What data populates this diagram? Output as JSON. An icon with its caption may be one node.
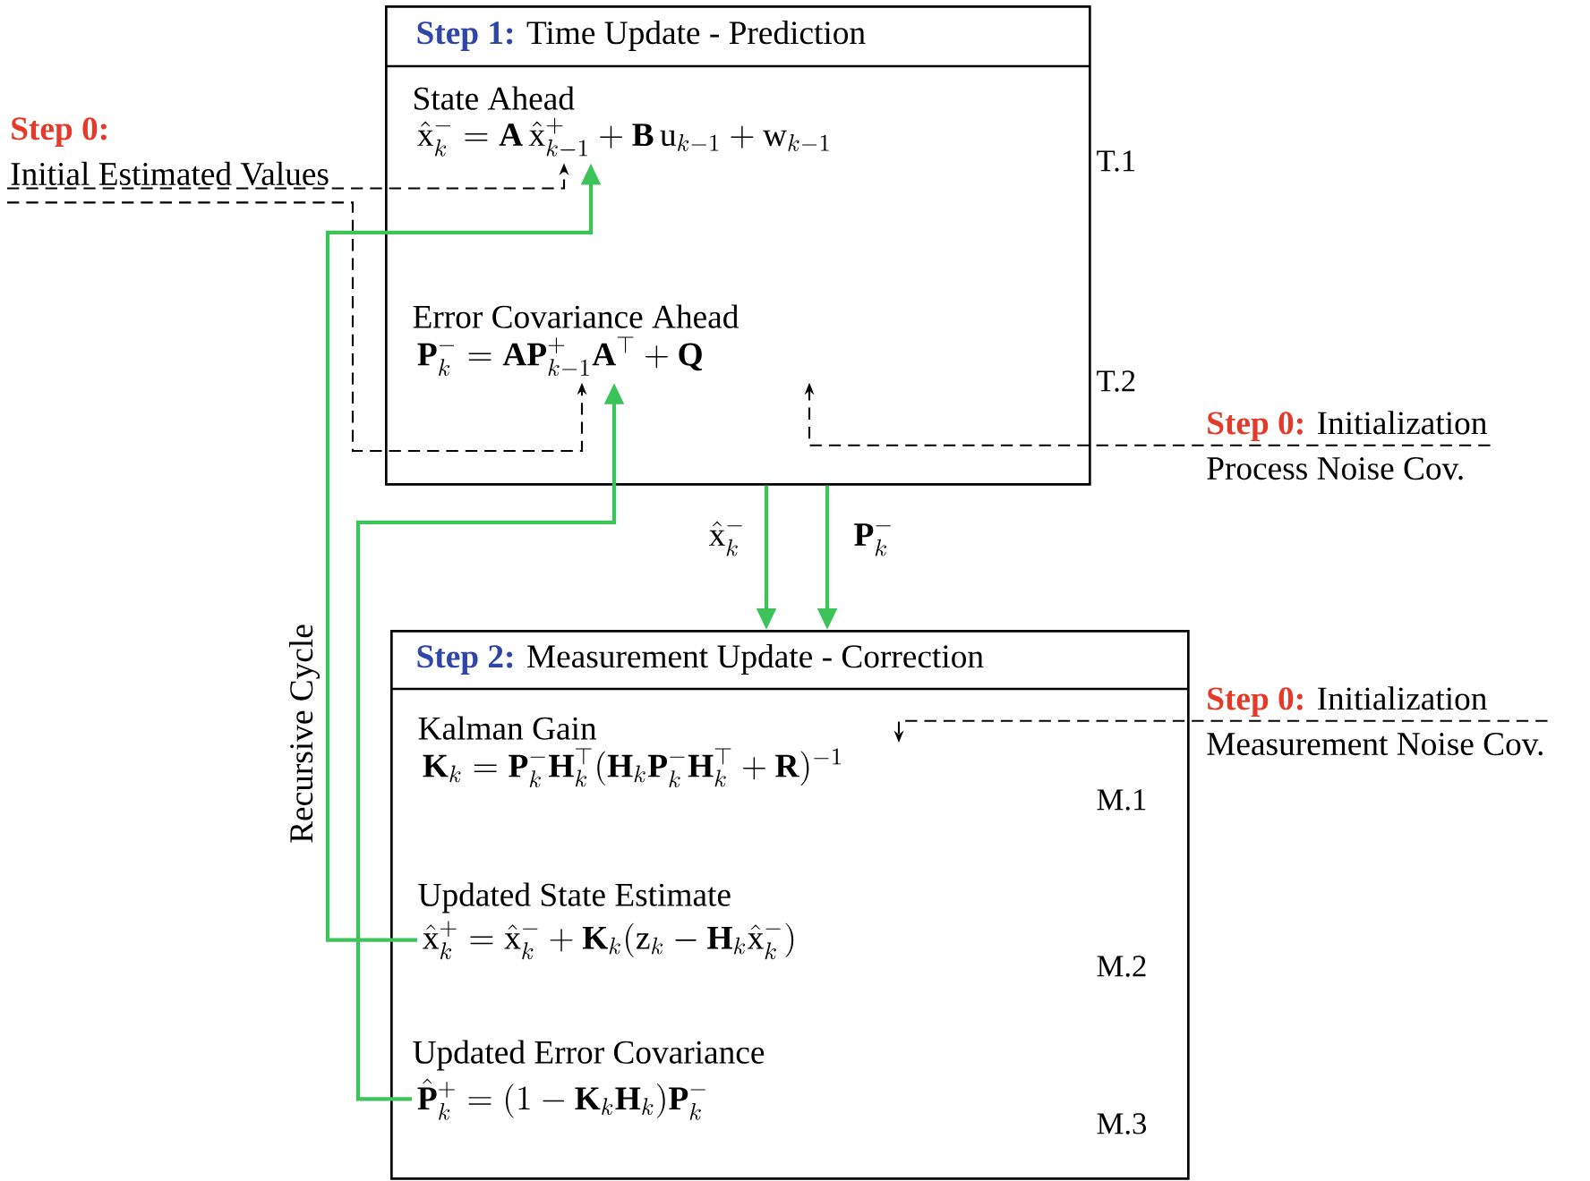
{
  "diagram": {
    "nodes": [
      {
        "text": [
          "Step 1:",
          "Time Update - Prediction"
        ]
      },
      {
        "text": [
          "State Ahead",
          "\\hat{\\mathrm{x}}_k^- = \\mathbf{A}\\,\\hat{\\mathrm{x}}_{k-1}^+ + \\mathbf{B}\\,\\mathrm{u}_{k-1} + \\mathrm{w}_{k-1}"
        ],
        "in": 0
      },
      {
        "text": [
          "Error Covariance Ahead",
          "\\mathbf{P}_k^- = \\mathbf{A}\\mathbf{P}_{k-1}^+\\mathbf{A}^\\top + \\mathbf{Q}"
        ],
        "in": 0
      },
      {
        "text": [
          "Step 2:",
          "Measurement Update - Correction"
        ]
      },
      {
        "text": [
          "Kalman Gain",
          "\\mathbf{K}_k = \\mathbf{P}_k^-\\mathbf{H}_k^\\top(\\mathbf{H}_k\\mathbf{P}_k^-\\mathbf{H}_k^\\top + \\mathbf{R})^{-1}"
        ],
        "in": 3
      },
      {
        "text": [
          "Updated State Estimate",
          "\\hat{\\mathrm{x}}_k^+ = \\hat{\\mathrm{x}}_k^- + \\mathbf{K}_k(\\mathrm{z}_k - \\mathbf{H}_k\\hat{\\mathrm{x}}_k^-)"
        ],
        "in": 3
      },
      {
        "text": [
          "Updated Error Covariance",
          "\\hat{\\mathbf{P}}_k^+ = (1 - \\mathbf{K}_k\\mathbf{H}_k)\\mathbf{P}_k^-"
        ],
        "in": 3
      },
      {
        "text": [
          "Step 0:",
          "Initial Estimated Values"
        ]
      },
      {
        "text": [
          "Step 0:",
          "Initialization",
          "Process Noise Cov."
        ]
      },
      {
        "text": [
          "Step 0:",
          "Initialization",
          "Measurement Noise Cov."
        ]
      }
    ],
    "edges": [
      {
        "from": 7,
        "to": 1,
        "arrow": "to",
        "style": "dashed"
      },
      {
        "from": 7,
        "to": 2,
        "arrow": "to",
        "style": "dashed"
      },
      {
        "from": 8,
        "to": 2,
        "arrow": "to",
        "style": "dashed"
      },
      {
        "from": 9,
        "to": 4,
        "arrow": "to",
        "style": "dashed"
      },
      {
        "from": 0,
        "to": 3,
        "arrow": "to",
        "color": "#3cc45a",
        "label": "\\hat{\\mathrm{x}}_k^-"
      },
      {
        "from": 0,
        "to": 3,
        "arrow": "to",
        "color": "#3cc45a",
        "label": "\\mathbf{P}_k^-"
      },
      {
        "from": 5,
        "to": 1,
        "arrow": "to",
        "color": "#3cc45a"
      },
      {
        "from": 6,
        "to": 2,
        "arrow": "to",
        "color": "#3cc45a"
      }
    ],
    "labels": [
      "T.1",
      "T.2",
      "Recursive Cycle",
      "M.1",
      "M.2",
      "M.3"
    ]
  }
}
